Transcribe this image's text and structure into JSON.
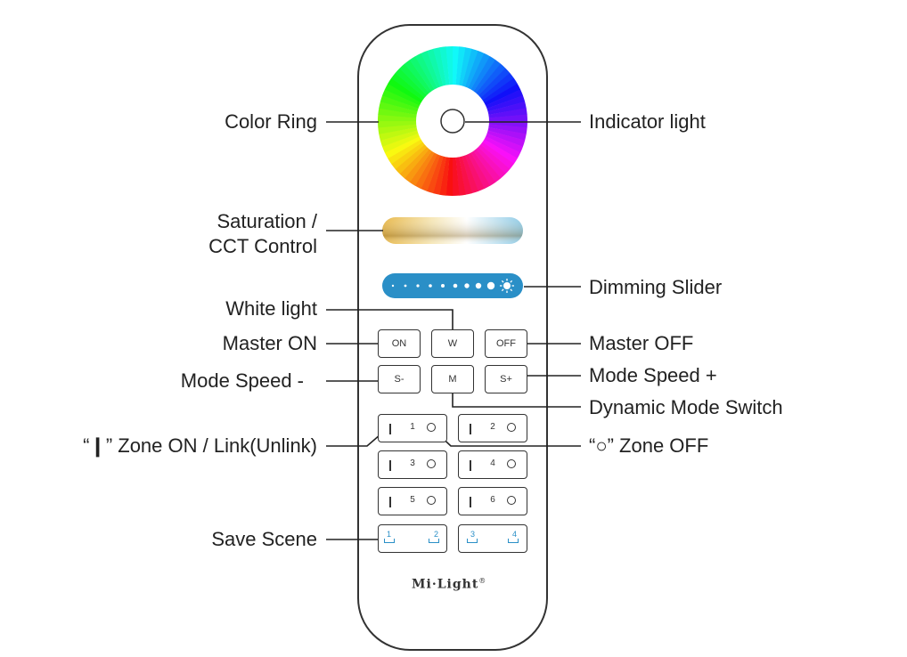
{
  "remote": {
    "brand": "Mi·Light",
    "brand_mark": "®",
    "buttons": {
      "on": "ON",
      "w": "W",
      "off": "OFF",
      "speed_minus": "S-",
      "mode": "M",
      "speed_plus": "S+"
    },
    "zones": [
      {
        "number": "1"
      },
      {
        "number": "2"
      },
      {
        "number": "3"
      },
      {
        "number": "4"
      },
      {
        "number": "5"
      },
      {
        "number": "6"
      }
    ],
    "scenes": [
      {
        "labels": [
          "1",
          "2"
        ]
      },
      {
        "labels": [
          "3",
          "4"
        ]
      }
    ]
  },
  "callouts": {
    "color_ring": "Color Ring",
    "indicator_light": "Indicator light",
    "saturation_line1": "Saturation /",
    "saturation_line2": "CCT Control",
    "dimming_slider": "Dimming Slider",
    "white_light": "White light",
    "master_on": "Master ON",
    "master_off": "Master OFF",
    "mode_speed_minus": "Mode Speed -",
    "mode_speed_plus": "Mode Speed +",
    "dynamic_mode_switch": "Dynamic Mode Switch",
    "zone_on": "“❙” Zone ON / Link(Unlink)",
    "zone_off": "“○” Zone OFF",
    "save_scene": "Save Scene"
  },
  "colors": {
    "outline": "#333333",
    "leader": "#222222",
    "slider_blue": "#2a8fc7",
    "scene_blue": "#2a8fc7"
  }
}
